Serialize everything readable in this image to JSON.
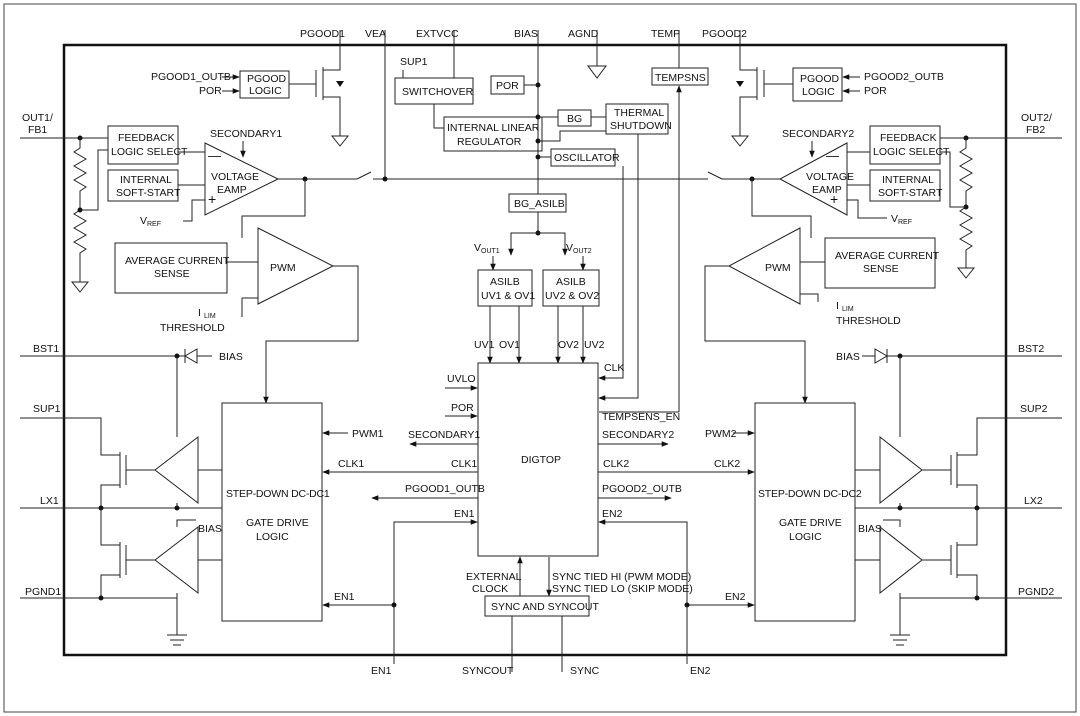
{
  "pins": {
    "pgood1": "PGOOD1",
    "vea": "VEA",
    "extvcc": "EXTVCC",
    "bias": "BIAS",
    "agnd": "AGND",
    "temp": "TEMP",
    "pgood2": "PGOOD2",
    "out1_fb1_a": "OUT1/",
    "out1_fb1_b": "FB1",
    "out2_fb2_a": "OUT2/",
    "out2_fb2_b": "FB2",
    "bst1": "BST1",
    "sup1": "SUP1",
    "lx1": "LX1",
    "pgnd1": "PGND1",
    "bst2": "BST2",
    "sup2": "SUP2",
    "lx2": "LX2",
    "pgnd2": "PGND2",
    "en1": "EN1",
    "syncout": "SYNCOUT",
    "sync": "SYNC",
    "en2": "EN2"
  },
  "blocks": {
    "pgood_logic_left": [
      "PGOOD",
      "LOGIC"
    ],
    "pgood_logic_right": [
      "PGOOD",
      "LOGIC"
    ],
    "switchover": "SWITCHOVER",
    "internal_linear_regulator": [
      "INTERNAL LINEAR",
      "REGULATOR"
    ],
    "por": "POR",
    "bg": "BG",
    "thermal_shutdown": [
      "THERMAL",
      "SHUTDOWN"
    ],
    "tempsns": "TEMPSNS",
    "oscillator": "OSCILLATOR",
    "bg_asilb": "BG_ASILB",
    "asilb1": [
      "ASILB",
      "UV1 & OV1"
    ],
    "asilb2": [
      "ASILB",
      "UV2 & OV2"
    ],
    "feedback_left": [
      "FEEDBACK",
      "LOGIC SELECT"
    ],
    "softstart_left": [
      "INTERNAL",
      "SOFT-START"
    ],
    "feedback_right": [
      "FEEDBACK",
      "LOGIC SELECT"
    ],
    "softstart_right": [
      "INTERNAL",
      "SOFT-START"
    ],
    "veamp_left": [
      "VOLTAGE",
      "EAMP"
    ],
    "veamp_right": [
      "VOLTAGE",
      "EAMP"
    ],
    "avg_current_left": [
      "AVERAGE CURRENT",
      "SENSE"
    ],
    "avg_current_right": [
      "AVERAGE CURRENT",
      "SENSE"
    ],
    "pwm_left": "PWM",
    "pwm_right": "PWM",
    "digtop": "DIGTOP",
    "stepdown1": [
      "STEP-DOWN DC-DC1",
      "GATE DRIVE",
      "LOGIC"
    ],
    "stepdown2": [
      "STEP-DOWN DC-DC2",
      "GATE DRIVE",
      "LOGIC"
    ],
    "sync_syncout": "SYNC AND SYNCOUT"
  },
  "signals": {
    "pgood1_outb_in": "PGOOD1_OUTB",
    "por_in_left": "POR",
    "pgood2_outb_in": "PGOOD2_OUTB",
    "por_in_right": "POR",
    "sup1_internal": "SUP1",
    "secondary1_amp": "SECONDARY1",
    "secondary2_amp": "SECONDARY2",
    "vref_left": "V",
    "vref_left_sub": "REF",
    "vref_right": "V",
    "vref_right_sub": "REF",
    "ilim_left": "I",
    "ilim_left_sub": "LIM",
    "threshold_left": "THRESHOLD",
    "ilim_right": "I",
    "ilim_right_sub": "LIM",
    "threshold_right": "THRESHOLD",
    "vout1": "V",
    "vout1_sub": "OUT1",
    "vout2": "V",
    "vout2_sub": "OUT2",
    "uv1": "UV1",
    "ov1": "OV1",
    "ov2": "OV2",
    "uv2": "UV2",
    "clk_osc": "CLK",
    "uvlo": "UVLO",
    "por_dig": "POR",
    "secondary1_dig": "SECONDARY1",
    "secondary2_dig": "SECONDARY2",
    "tempsens_en": "TEMPSENS_EN",
    "clk1_dig": "CLK1",
    "clk1_sd": "CLK1",
    "clk2_dig": "CLK2",
    "clk2_sd": "CLK2",
    "pgood1_outb_dig": "PGOOD1_OUTB",
    "pgood2_outb_dig": "PGOOD2_OUTB",
    "en1_dig": "EN1",
    "en2_dig": "EN2",
    "en1_sd": "EN1",
    "en2_sd": "EN2",
    "pwm1": "PWM1",
    "pwm2": "PWM2",
    "bias_bst1": "BIAS",
    "bias_low1": "BIAS",
    "bias_bst2": "BIAS",
    "bias_low2": "BIAS",
    "external_clock_a": "EXTERNAL",
    "external_clock_b": "CLOCK",
    "sync_hi": "SYNC TIED HI (PWM MODE)",
    "sync_lo": "SYNC TIED LO (SKIP MODE)"
  }
}
